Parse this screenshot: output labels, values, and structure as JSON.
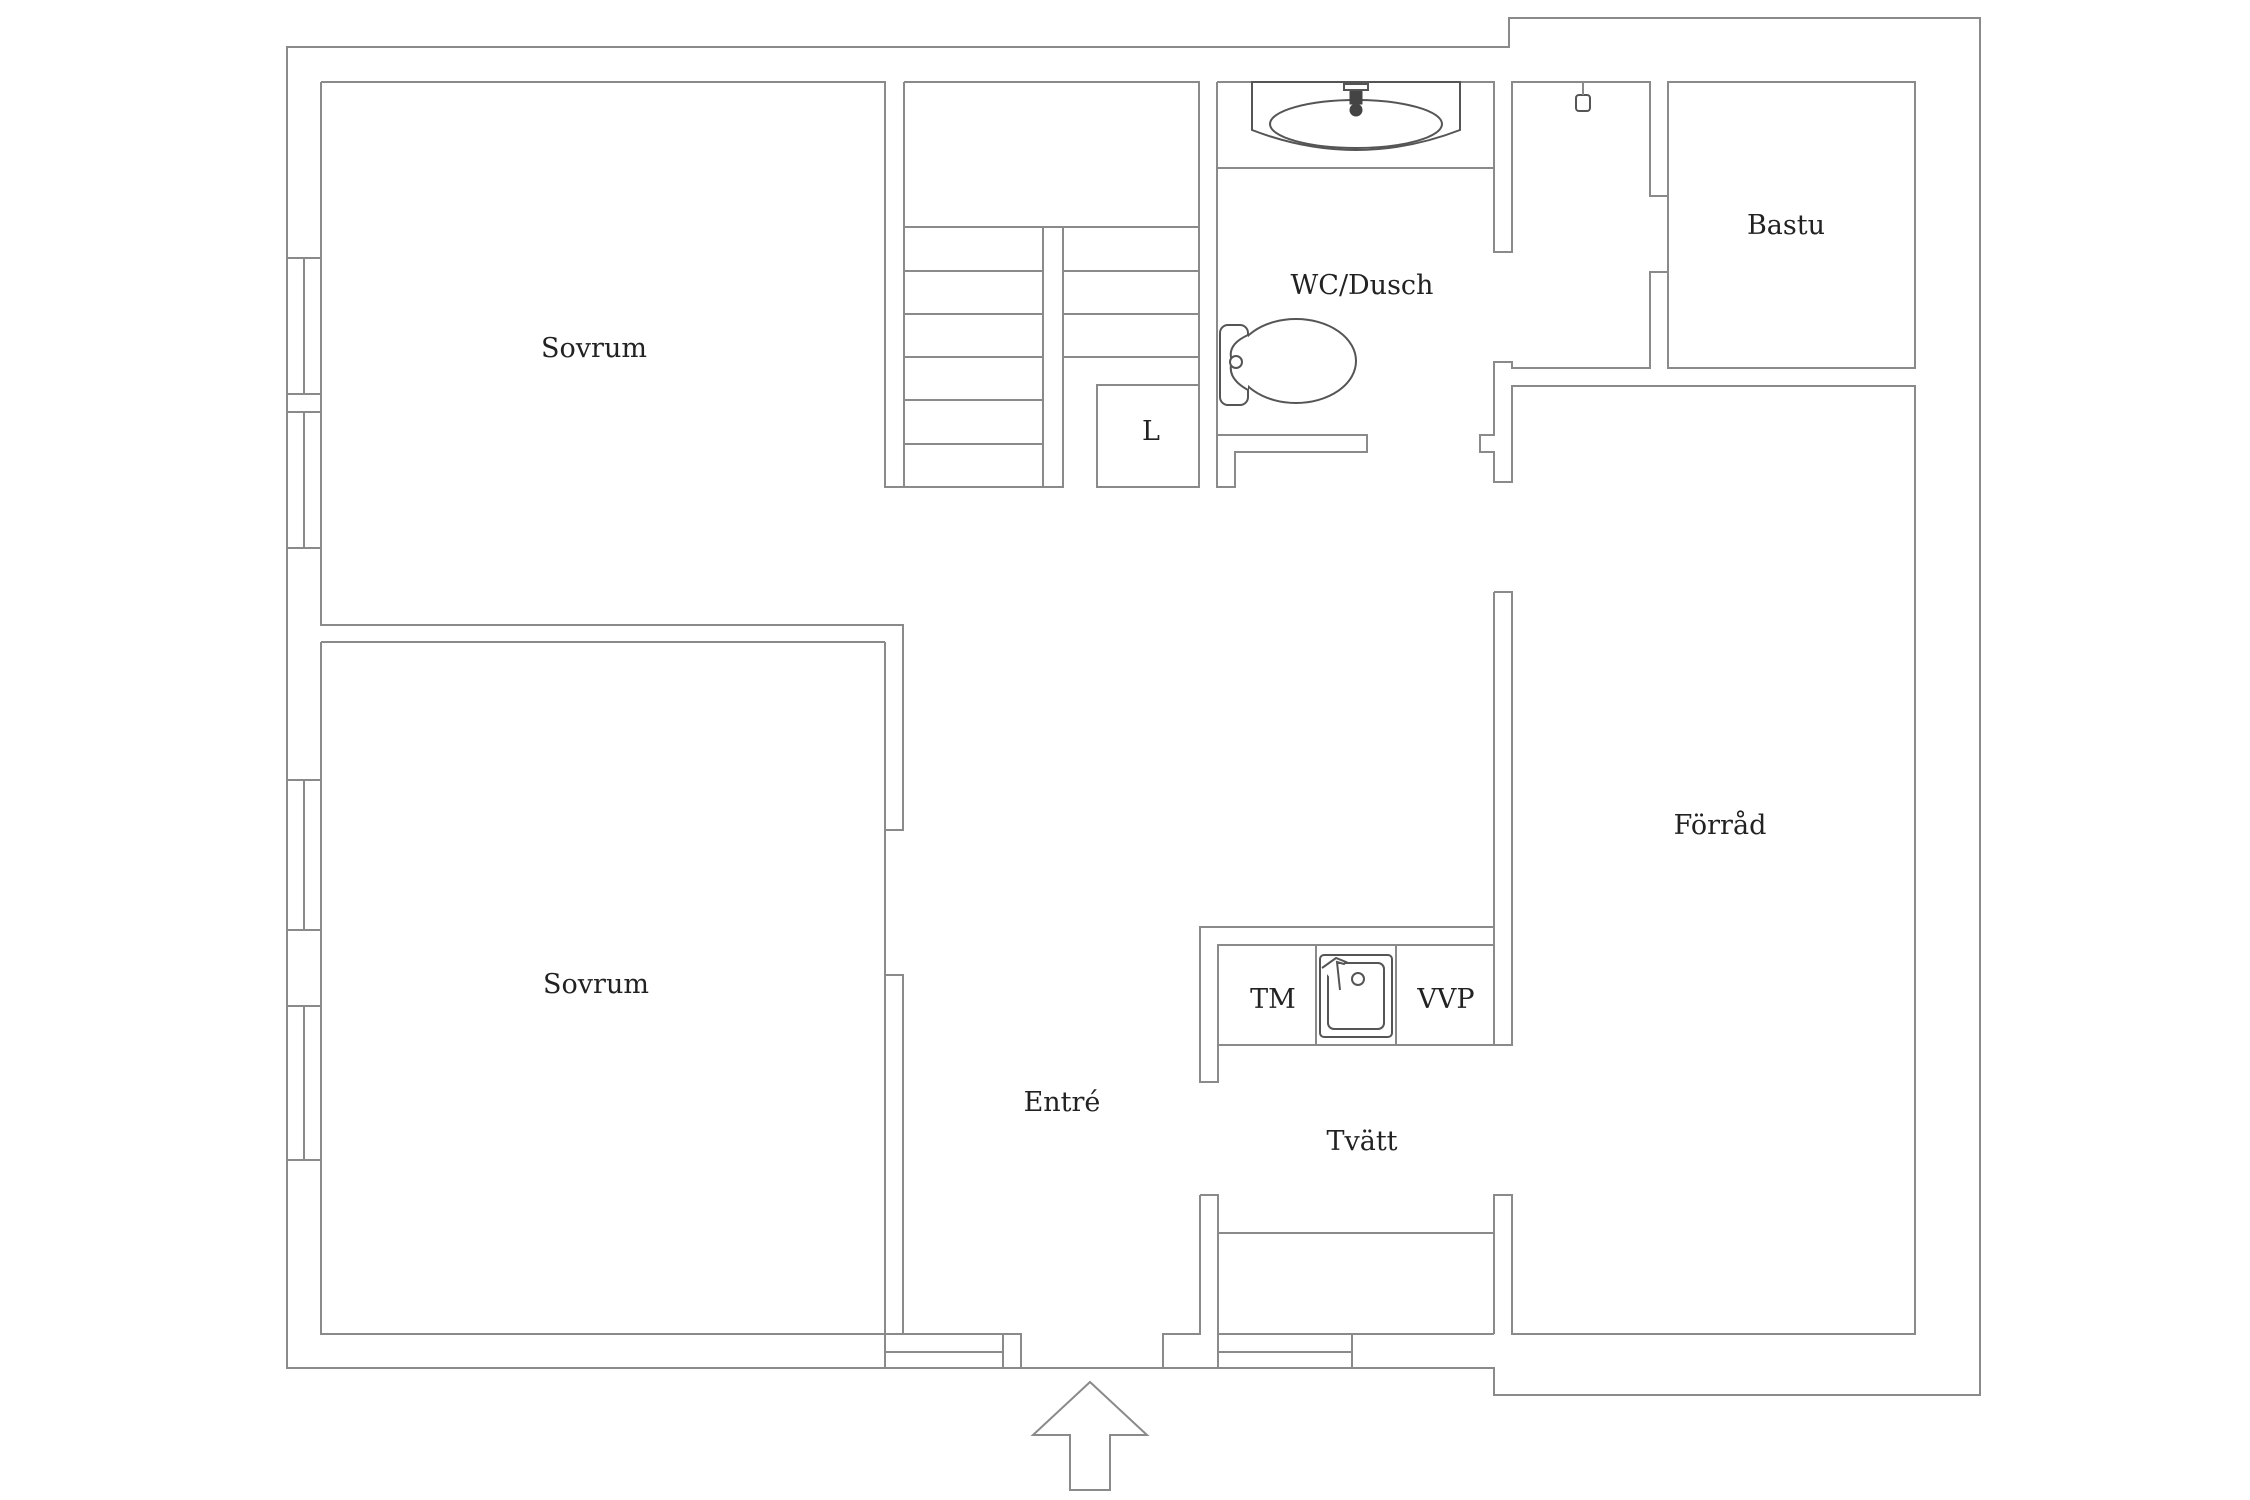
{
  "plan": {
    "rooms": {
      "bedroom_top": "Sovrum",
      "bedroom_bottom": "Sovrum",
      "wc_shower": "WC/Dusch",
      "sauna": "Bastu",
      "linen": "L",
      "storage": "Förråd",
      "entrance": "Entré",
      "laundry": "Tvätt",
      "dryer": "TM",
      "heat_pump": "VVP"
    },
    "entrance_arrow_icon": "arrow-up-icon",
    "colors": {
      "wall": "#8a8a8a",
      "text": "#222222",
      "background": "#ffffff"
    }
  }
}
